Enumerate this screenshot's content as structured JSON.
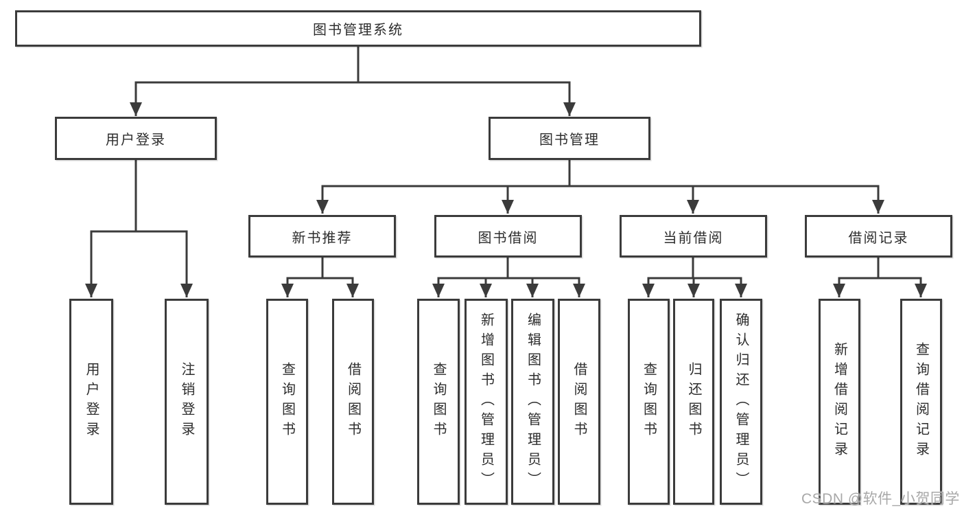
{
  "nodes": {
    "root": {
      "label": "图书管理系统"
    },
    "login_group": {
      "label": "用户登录"
    },
    "book_mgmt": {
      "label": "图书管理"
    },
    "new_book_rec": {
      "label": "新书推荐"
    },
    "book_borrow": {
      "label": "图书借阅"
    },
    "current_borrow": {
      "label": "当前借阅"
    },
    "borrow_records": {
      "label": "借阅记录"
    },
    "user_login": {
      "label": "用户登录"
    },
    "logout": {
      "label": "注销登录"
    },
    "rec_query_books": {
      "label": "查询图书"
    },
    "rec_borrow_books": {
      "label": "借阅图书"
    },
    "bb_query_books": {
      "label": "查询图书"
    },
    "bb_add_books": {
      "label": "新增图书（管理员）"
    },
    "bb_edit_books": {
      "label": "编辑图书（管理员）"
    },
    "bb_borrow_books": {
      "label": "借阅图书"
    },
    "cb_query_books": {
      "label": "查询图书"
    },
    "cb_return_books": {
      "label": "归还图书"
    },
    "cb_confirm_return": {
      "label": "确认归还（管理员）"
    },
    "br_add_record": {
      "label": "新增借阅记录"
    },
    "br_query_record": {
      "label": "查询借阅记录"
    }
  },
  "watermark": {
    "text": "CSDN @软件_小贺同学"
  },
  "colors": {
    "line": "#3b3b3b",
    "box_border": "#3b3b3b",
    "box_fill": "#ffffff",
    "text": "#2d2d2d",
    "watermark": "#a8a8a8"
  }
}
